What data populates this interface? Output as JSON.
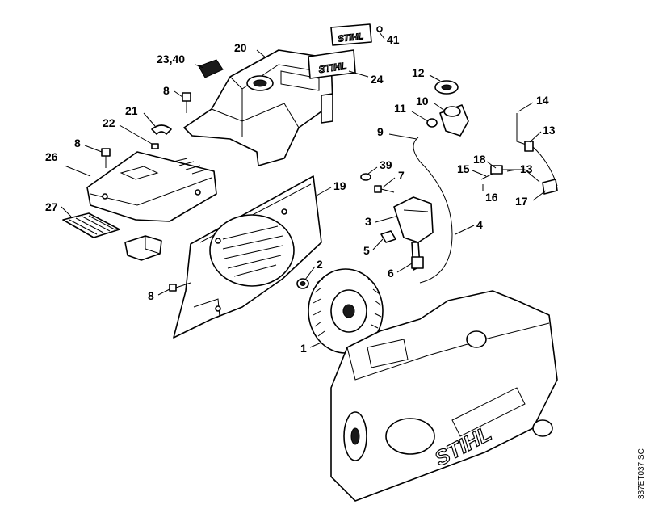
{
  "brand_text": "STIHL",
  "reference_code": "337ET037 SC",
  "callouts": [
    {
      "id": "c-41",
      "label": "41"
    },
    {
      "id": "c-20",
      "label": "20"
    },
    {
      "id": "c-23-40",
      "label": "23,40"
    },
    {
      "id": "c-24",
      "label": "24"
    },
    {
      "id": "c-12",
      "label": "12"
    },
    {
      "id": "c-8a",
      "label": "8"
    },
    {
      "id": "c-21",
      "label": "21"
    },
    {
      "id": "c-22",
      "label": "22"
    },
    {
      "id": "c-11",
      "label": "11"
    },
    {
      "id": "c-10",
      "label": "10"
    },
    {
      "id": "c-14",
      "label": "14"
    },
    {
      "id": "c-9",
      "label": "9"
    },
    {
      "id": "c-13a",
      "label": "13"
    },
    {
      "id": "c-8b",
      "label": "8"
    },
    {
      "id": "c-26",
      "label": "26"
    },
    {
      "id": "c-18",
      "label": "18"
    },
    {
      "id": "c-39",
      "label": "39"
    },
    {
      "id": "c-15",
      "label": "15"
    },
    {
      "id": "c-13b",
      "label": "13"
    },
    {
      "id": "c-7",
      "label": "7"
    },
    {
      "id": "c-19",
      "label": "19"
    },
    {
      "id": "c-16",
      "label": "16"
    },
    {
      "id": "c-17",
      "label": "17"
    },
    {
      "id": "c-27",
      "label": "27"
    },
    {
      "id": "c-3",
      "label": "3"
    },
    {
      "id": "c-4",
      "label": "4"
    },
    {
      "id": "c-5",
      "label": "5"
    },
    {
      "id": "c-2",
      "label": "2"
    },
    {
      "id": "c-6",
      "label": "6"
    },
    {
      "id": "c-8c",
      "label": "8"
    },
    {
      "id": "c-1",
      "label": "1"
    }
  ]
}
